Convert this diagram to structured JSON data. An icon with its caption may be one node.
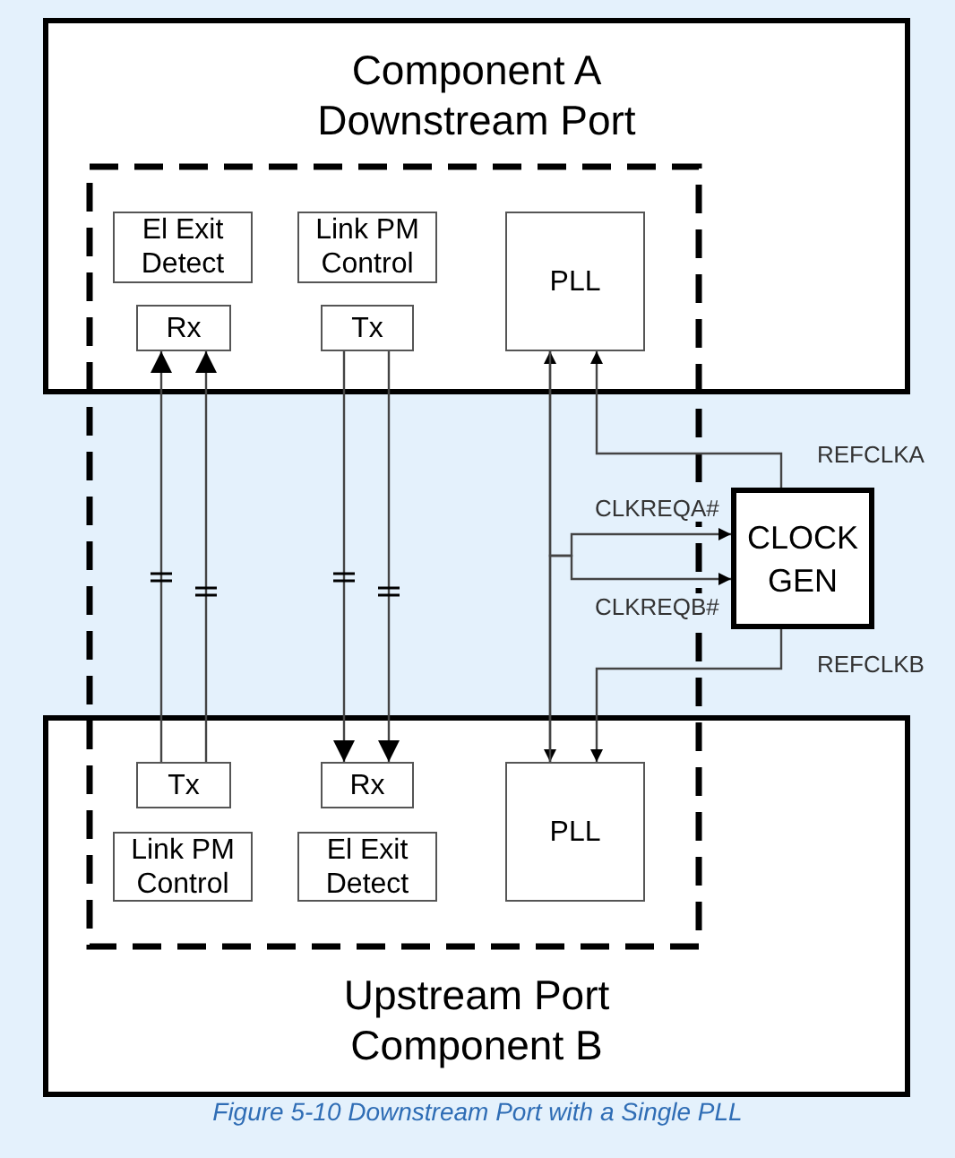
{
  "diagram": {
    "caption": "Figure 5-10 Downstream Port with a Single PLL",
    "nodes": [
      {
        "text": [
          "Component A Downstream Port"
        ]
      },
      {
        "text": [
          "El Exit Detect"
        ],
        "in": 0
      },
      {
        "text": [
          "Link PM Control"
        ],
        "in": 0
      },
      {
        "text": [
          "PLL"
        ],
        "in": 0
      },
      {
        "text": [
          "Rx"
        ],
        "in": 0
      },
      {
        "text": [
          "Tx"
        ],
        "in": 0
      },
      {
        "text": [
          "CLOCK GEN"
        ]
      },
      {
        "text": [
          "Upstream Port Component B"
        ]
      },
      {
        "text": [
          "Tx"
        ],
        "in": 7
      },
      {
        "text": [
          "Rx"
        ],
        "in": 7
      },
      {
        "text": [
          "PLL"
        ],
        "in": 7
      },
      {
        "text": [
          "Link PM Control"
        ],
        "in": 7
      },
      {
        "text": [
          "El Exit Detect"
        ],
        "in": 7
      }
    ],
    "edges": [
      {
        "from": 8,
        "to": 4,
        "arrow": "to"
      },
      {
        "from": 8,
        "to": 4,
        "arrow": "to"
      },
      {
        "from": 5,
        "to": 9,
        "arrow": "to"
      },
      {
        "from": 5,
        "to": 9,
        "arrow": "to"
      },
      {
        "from": 3,
        "to": 10,
        "arrow": "both"
      },
      {
        "from": 3,
        "to": 6,
        "arrow": "to",
        "label": "CLKREQA#"
      },
      {
        "from": 10,
        "to": 6,
        "arrow": "to",
        "label": "CLKREQB#"
      },
      {
        "from": 6,
        "to": 3,
        "arrow": "to",
        "label": "REFCLKA"
      },
      {
        "from": 6,
        "to": 10,
        "arrow": "to",
        "label": "REFCLKB"
      }
    ]
  }
}
